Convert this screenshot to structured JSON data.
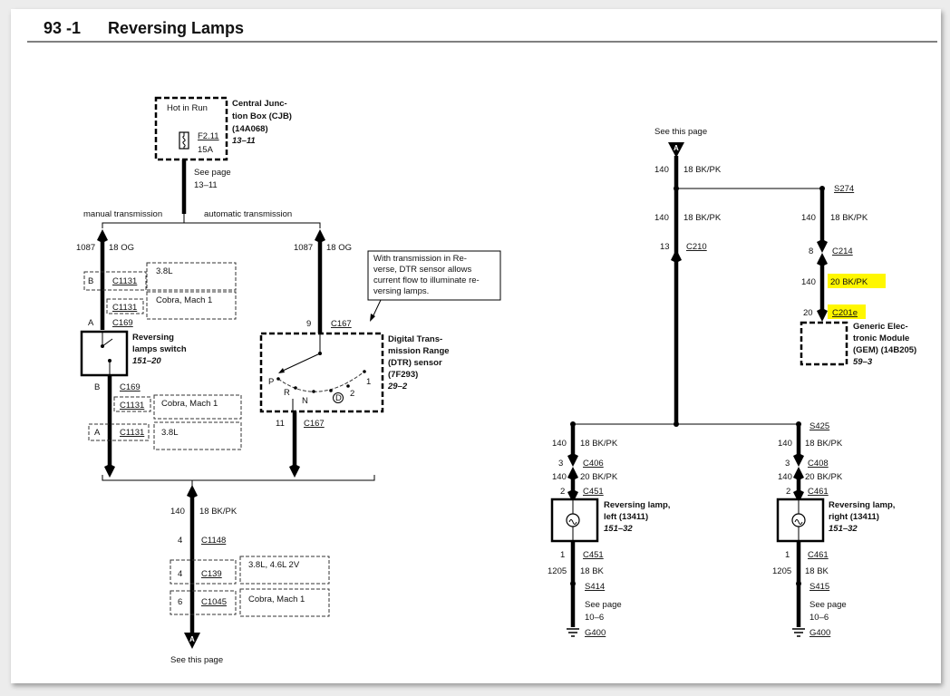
{
  "header": {
    "page_number": "93 -1",
    "title": "Reversing Lamps"
  },
  "cjb": {
    "hot_label": "Hot in Run",
    "fuse": "F2.11",
    "amps": "15A",
    "name_lines": [
      "Central Junc-",
      "tion Box (CJB)",
      "(14A068)"
    ],
    "ref": "13–11",
    "see_page": "See page",
    "see_ref": "13–11"
  },
  "branches": {
    "manual": "manual transmission",
    "automatic": "automatic transmission"
  },
  "manual": {
    "circuit": "1087",
    "wire": "18 OG",
    "opt1_pin": "B",
    "opt1_conn": "C1131",
    "opt1_label": "3.8L",
    "opt2_conn": "C1131",
    "opt2_label": "Cobra, Mach 1",
    "sw_pin_a": "A",
    "sw_conn_a": "C169",
    "switch_name": [
      "Reversing",
      "lamps switch"
    ],
    "switch_ref": "151–20",
    "sw_pin_b": "B",
    "sw_conn_b": "C169",
    "opt3_conn": "C1131",
    "opt3_label": "Cobra, Mach 1",
    "opt4_pin": "A",
    "opt4_conn": "C1131",
    "opt4_label": "3.8L"
  },
  "automatic": {
    "circuit": "1087",
    "wire": "18 OG",
    "note": [
      "With transmission in Re-",
      "verse, DTR sensor allows",
      "current flow to illuminate re-",
      "versing lamps."
    ],
    "pin_top": "9",
    "conn_top": "C167",
    "dtr_name": [
      "Digital Trans-",
      "mission Range",
      "(DTR) sensor",
      "(7F293)"
    ],
    "dtr_ref": "29–2",
    "positions": [
      "P",
      "R",
      "N",
      "D",
      "2",
      "1"
    ],
    "pin_bottom": "11",
    "conn_bottom": "C167"
  },
  "lower": {
    "circuit": "140",
    "wire": "18 BK/PK",
    "pin1": "4",
    "conn1": "C1148",
    "pin2": "4",
    "conn2": "C139",
    "label2": "3.8L, 4.6L 2V",
    "pin3": "6",
    "conn3": "C1045",
    "label3": "Cobra, Mach 1",
    "arrow": "A",
    "see": "See this page"
  },
  "right": {
    "see": "See this page",
    "arrow": "A",
    "circuit_top": "140",
    "wire_top": "18 BK/PK",
    "splice1": "S274",
    "left_circuit": "140",
    "left_wire": "18 BK/PK",
    "left_pin": "13",
    "left_conn": "C210",
    "gem_circuit": "140",
    "gem_wire": "18 BK/PK",
    "gem_pin1": "8",
    "gem_conn1": "C214",
    "gem_circuit2": "140",
    "gem_wire2": "20 BK/PK",
    "gem_pin2": "20",
    "gem_conn2": "C201e",
    "gem_name": [
      "Generic Elec-",
      "tronic Module",
      "(GEM) (14B205)"
    ],
    "gem_ref": "59–3",
    "splice2": "S425",
    "highlight_color": "#fff700"
  },
  "lamp_left": {
    "circuit": "140",
    "wire": "18 BK/PK",
    "pin_a": "3",
    "conn_a": "C406",
    "circuit2": "140",
    "wire2": "20 BK/PK",
    "pin_b": "2",
    "conn_b": "C451",
    "name": [
      "Reversing lamp,",
      "left (13411)"
    ],
    "ref": "151–32",
    "pin_c": "1",
    "conn_c": "C451",
    "circuit3": "1205",
    "wire3": "18 BK",
    "splice": "S414",
    "see": "See page",
    "see_ref": "10–6",
    "ground": "G400"
  },
  "lamp_right": {
    "circuit": "140",
    "wire": "18 BK/PK",
    "pin_a": "3",
    "conn_a": "C408",
    "circuit2": "140",
    "wire2": "20 BK/PK",
    "pin_b": "2",
    "conn_b": "C461",
    "name": [
      "Reversing lamp,",
      "right (13411)"
    ],
    "ref": "151–32",
    "pin_c": "1",
    "conn_c": "C461",
    "circuit3": "1205",
    "wire3": "18 BK",
    "splice": "S415",
    "see": "See page",
    "see_ref": "10–6",
    "ground": "G400"
  }
}
